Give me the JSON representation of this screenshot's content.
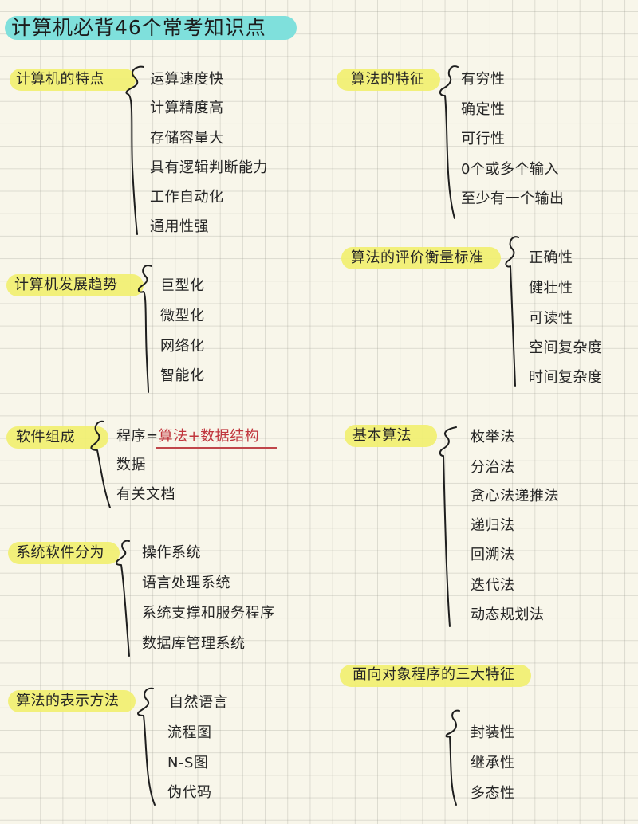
{
  "title": "计算机必背46个常考知识点",
  "colors": {
    "paper": "#f8f6ea",
    "grid": "#c9c7bc",
    "title_highlight": "#7fe0dc",
    "label_highlight": "#f1ef6e",
    "emphasis_red": "#c0363d",
    "ink": "#262626"
  },
  "left_column": {
    "features": {
      "label": "计算机的特点",
      "items": [
        "运算速度快",
        "计算精度高",
        "存储容量大",
        "具有逻辑判断能力",
        "工作自动化",
        "通用性强"
      ]
    },
    "trends": {
      "label": "计算机发展趋势",
      "items": [
        "巨型化",
        "微型化",
        "网络化",
        "智能化"
      ]
    },
    "software": {
      "label": "软件组成",
      "program_prefix": "程序=",
      "program_formula": "算法+数据结构",
      "items": [
        "数据",
        "有关文档"
      ]
    },
    "system_software": {
      "label": "系统软件分为",
      "items": [
        "操作系统",
        "语言处理系统",
        "系统支撑和服务程序",
        "数据库管理系统"
      ]
    },
    "algorithm_repr": {
      "label": "算法的表示方法",
      "items": [
        "自然语言",
        "流程图",
        "N-S图",
        "伪代码"
      ]
    }
  },
  "right_column": {
    "algorithm_features": {
      "label": "算法的特征",
      "items": [
        "有穷性",
        "确定性",
        "可行性",
        "0个或多个输入",
        "至少有一个输出"
      ]
    },
    "algorithm_evaluation": {
      "label": "算法的评价衡量标准",
      "items": [
        "正确性",
        "健壮性",
        "可读性",
        "空间复杂度",
        "时间复杂度"
      ]
    },
    "basic_algorithms": {
      "label": "基本算法",
      "items": [
        "枚举法",
        "分治法",
        "贪心法递推法",
        "递归法",
        "回溯法",
        "迭代法",
        "动态规划法"
      ]
    },
    "oop": {
      "label": "面向对象程序的三大特征",
      "items": [
        "封装性",
        "继承性",
        "多态性"
      ]
    }
  }
}
